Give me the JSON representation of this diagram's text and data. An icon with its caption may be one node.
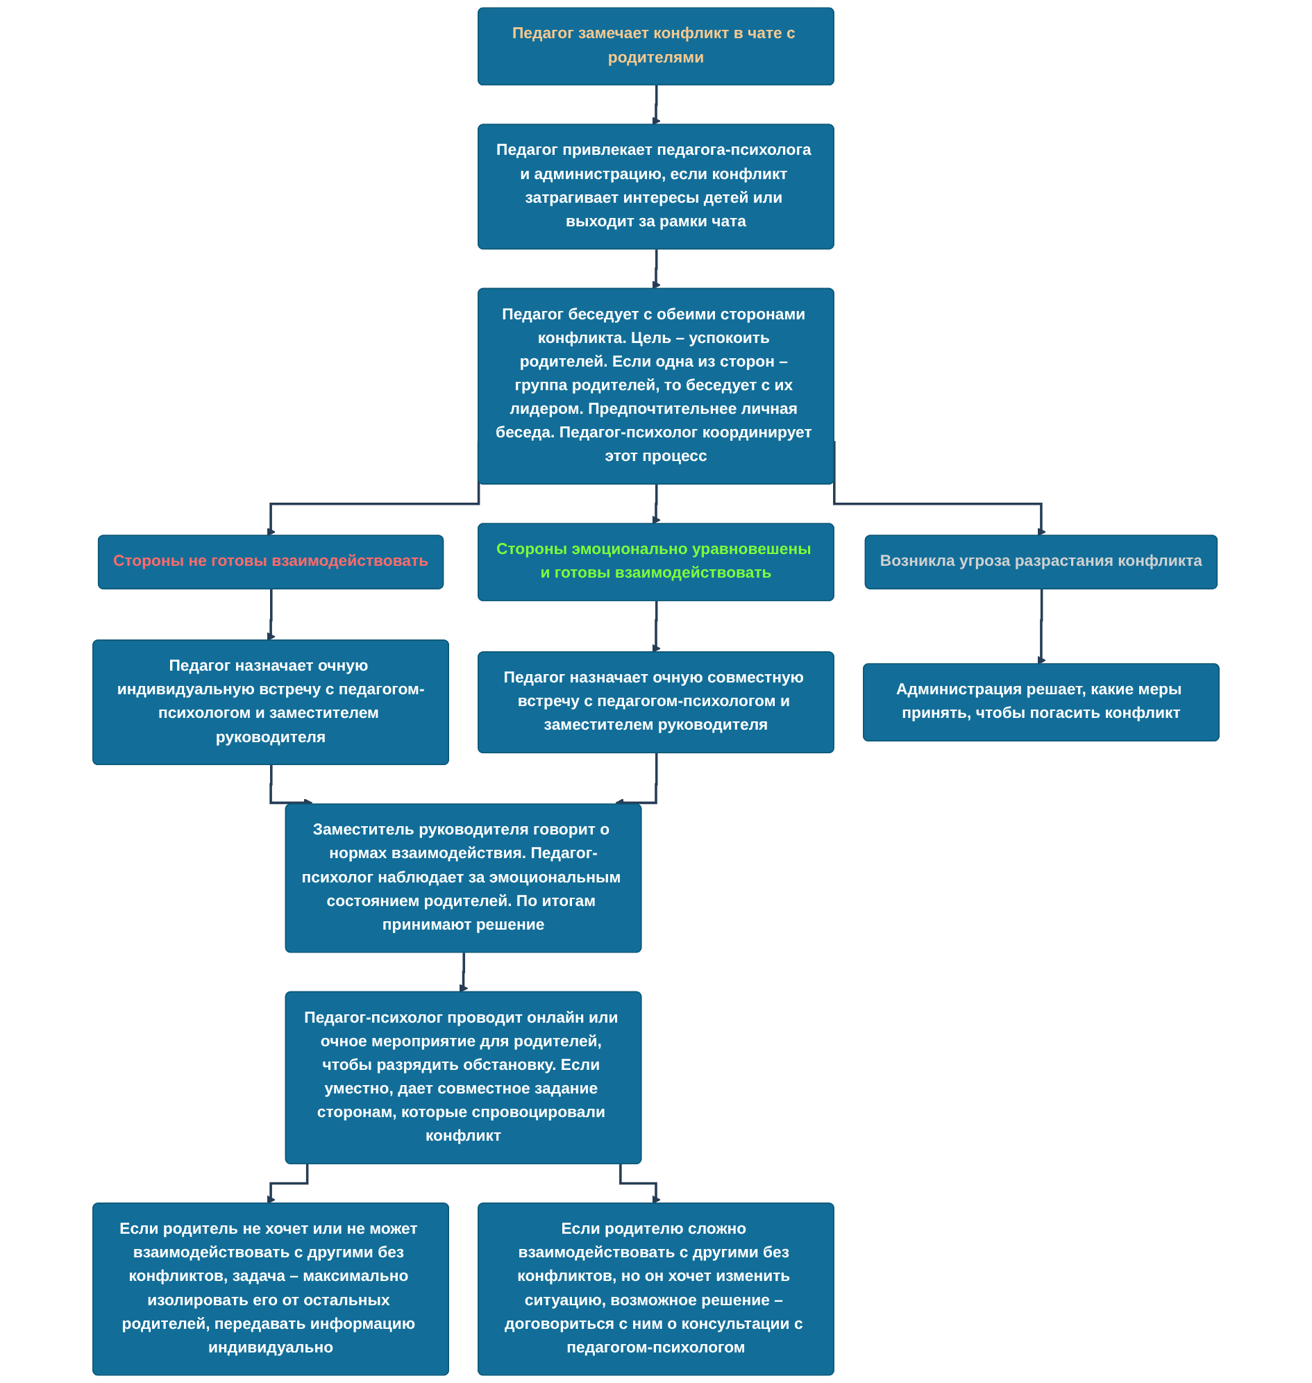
{
  "diagram": {
    "nodes": [
      {
        "text": [
          "Педагог замечает конфликт в чате с родителями"
        ]
      },
      {
        "text": [
          "Педагог привлекает педагога-психолога и администрацию, если конфликт затрагивает интересы детей или выходит за рамки чата"
        ]
      },
      {
        "text": [
          "Педагог беседует с обеими сторонами конфликта. Цель – успокоить родителей. Если одна из сторон – группа родителей, то беседует с их лидером. Предпочтительнее личная беседа. Педагог-психолог координирует этот процесс"
        ]
      },
      {
        "text": [
          "Стороны не готовы взаимодействовать"
        ]
      },
      {
        "text": [
          "Стороны эмоционально уравновешены и готовы взаимодействовать"
        ]
      },
      {
        "text": [
          "Возникла угроза разрастания конфликта"
        ]
      },
      {
        "text": [
          "Педагог назначает очную индивидуальную встречу с педагогом-психологом и заместителем руководителя"
        ]
      },
      {
        "text": [
          "Педагог назначает очную совместную встречу с педагогом-психологом и заместителем руководителя"
        ]
      },
      {
        "text": [
          "Администрация решает, какие меры принять, чтобы погасить конфликт"
        ]
      },
      {
        "text": [
          "Заместитель руководителя говорит о нормах взаимодействия. Педагог-психолог наблюдает за эмоциональным состоянием родителей. По итогам принимают решение"
        ]
      },
      {
        "text": [
          "Педагог-психолог проводит онлайн или очное мероприятие для родителей, чтобы разрядить обстановку. Если уместно, дает совместное задание сторонам, которые спровоцировали конфликт"
        ]
      },
      {
        "text": [
          "Если родитель не хочет или не может взаимодействовать с другими без конфликтов, задача – максимально изолировать его от остальных родителей, передавать информацию индивидуально"
        ]
      },
      {
        "text": [
          "Если родителю сложно взаимодействовать с другими без конфликтов, но он хочет изменить ситуацию, возможное решение – договориться с ним о консультации с педагогом-психологом"
        ]
      }
    ],
    "edges": [
      {
        "from": 0,
        "to": 1,
        "arrow": "to"
      },
      {
        "from": 1,
        "to": 2,
        "arrow": "to"
      },
      {
        "from": 2,
        "to": 3,
        "arrow": "to"
      },
      {
        "from": 2,
        "to": 4,
        "arrow": "to"
      },
      {
        "from": 2,
        "to": 5,
        "arrow": "to"
      },
      {
        "from": 3,
        "to": 6,
        "arrow": "to"
      },
      {
        "from": 4,
        "to": 7,
        "arrow": "to"
      },
      {
        "from": 5,
        "to": 8,
        "arrow": "to"
      },
      {
        "from": 6,
        "to": 9,
        "arrow": "to"
      },
      {
        "from": 7,
        "to": 9,
        "arrow": "to"
      },
      {
        "from": 9,
        "to": 10,
        "arrow": "to"
      },
      {
        "from": 10,
        "to": 11,
        "arrow": "to"
      },
      {
        "from": 10,
        "to": 12,
        "arrow": "to"
      }
    ]
  }
}
